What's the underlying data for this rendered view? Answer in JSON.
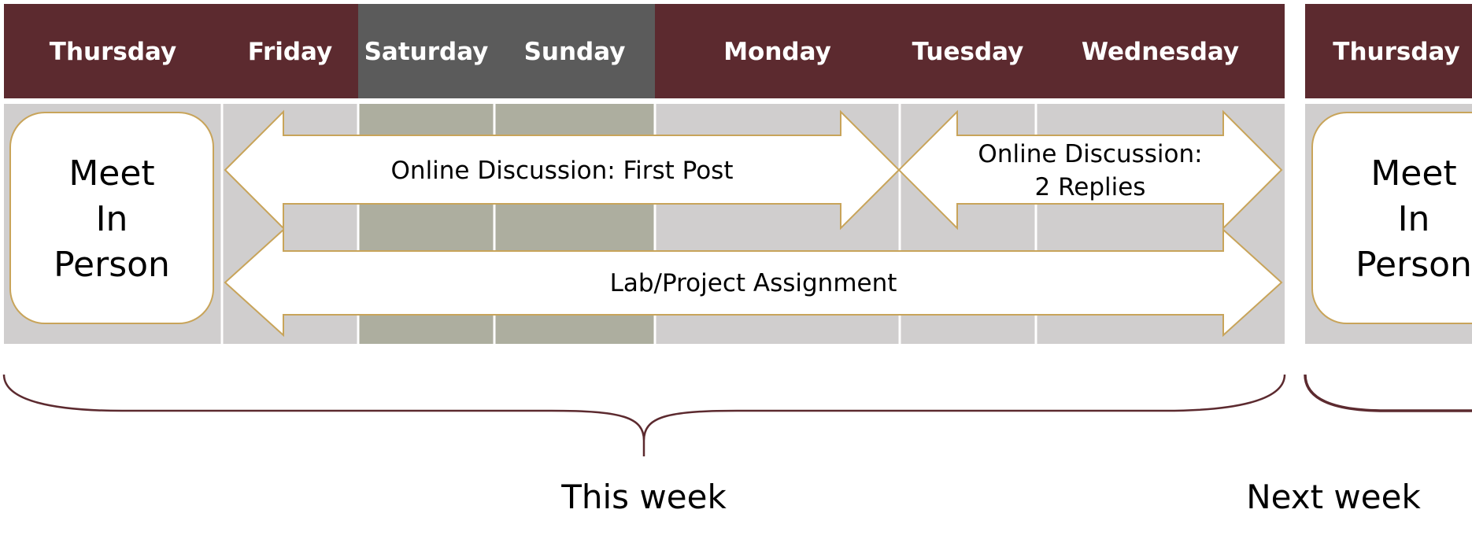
{
  "colors": {
    "weekday_header": "#5c2a2f",
    "weekend_header": "#5b5b5b",
    "weekday_body": "#d0cece",
    "weekend_body": "#adae9f",
    "arrow_outline": "#c8a45a",
    "brace": "#5c2a2f",
    "header_text": "#ffffff",
    "body_text": "#000000"
  },
  "days": [
    {
      "label": "Thursday",
      "weekend": false
    },
    {
      "label": "Friday",
      "weekend": false
    },
    {
      "label": "Saturday",
      "weekend": true
    },
    {
      "label": "Sunday",
      "weekend": true
    },
    {
      "label": "Monday",
      "weekend": false
    },
    {
      "label": "Tuesday",
      "weekend": false
    },
    {
      "label": "Wednesday",
      "weekend": false
    }
  ],
  "next_week_day": {
    "label": "Thursday",
    "weekend": false
  },
  "meet_box": {
    "lines": [
      "Meet",
      "In",
      "Person"
    ]
  },
  "arrows": [
    {
      "id": "first-post",
      "lines": [
        "Online Discussion: First Post"
      ]
    },
    {
      "id": "replies",
      "lines": [
        "Online Discussion:",
        "2 Replies"
      ]
    },
    {
      "id": "lab",
      "lines": [
        "Lab/Project Assignment"
      ]
    }
  ],
  "week_labels": {
    "this_week": "This week",
    "next_week": "Next week"
  }
}
